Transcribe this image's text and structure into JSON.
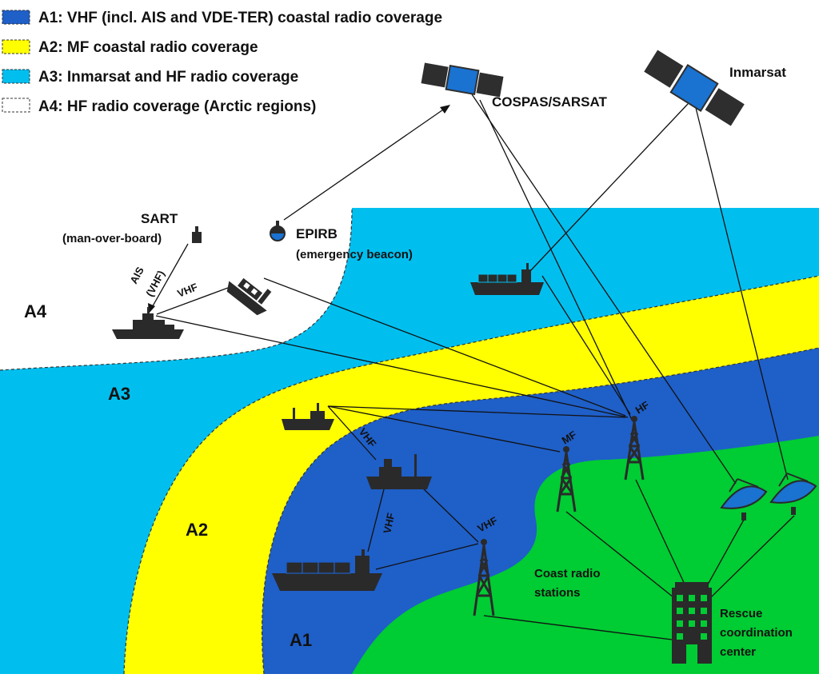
{
  "legend": [
    {
      "label": "A1: VHF (incl. AIS and VDE-TER) coastal radio coverage",
      "color": "#1f5fc8",
      "dashed": false
    },
    {
      "label": "A2: MF coastal radio coverage",
      "color": "#ffff00",
      "dashed": false
    },
    {
      "label": "A3: Inmarsat and HF radio coverage",
      "color": "#00bfef",
      "dashed": false
    },
    {
      "label": "A4: HF radio coverage (Arctic regions)",
      "color": "#ffffff",
      "dashed": true
    }
  ],
  "areas": {
    "a1": "A1",
    "a2": "A2",
    "a3": "A3",
    "a4": "A4"
  },
  "satellites": {
    "cospas": "COSPAS/SARSAT",
    "inmarsat": "Inmarsat"
  },
  "devices": {
    "sart_name": "SART",
    "sart_desc": "(man-over-board)",
    "epirb_name": "EPIRB",
    "epirb_desc": "(emergency beacon)"
  },
  "links": {
    "ais": "AIS",
    "ais_vhf": "(VHF)",
    "vhf_ship": "VHF",
    "vhf_boat": "VHF",
    "vhf_vertical": "VHF",
    "vhf_tower": "VHF",
    "mf_tower": "MF",
    "hf_tower": "HF"
  },
  "land": {
    "coast_line1": "Coast radio",
    "coast_line2": "stations",
    "rcc_line1": "Rescue",
    "rcc_line2": "coordination",
    "rcc_line3": "center"
  },
  "colors": {
    "a1": "#1f5fc8",
    "a2": "#ffff00",
    "a3": "#00bfef",
    "land": "#00cc33",
    "satellite_panel": "#2e2e2e",
    "satellite_body": "#1a72d1",
    "icon_dark": "#2a2a2a"
  }
}
